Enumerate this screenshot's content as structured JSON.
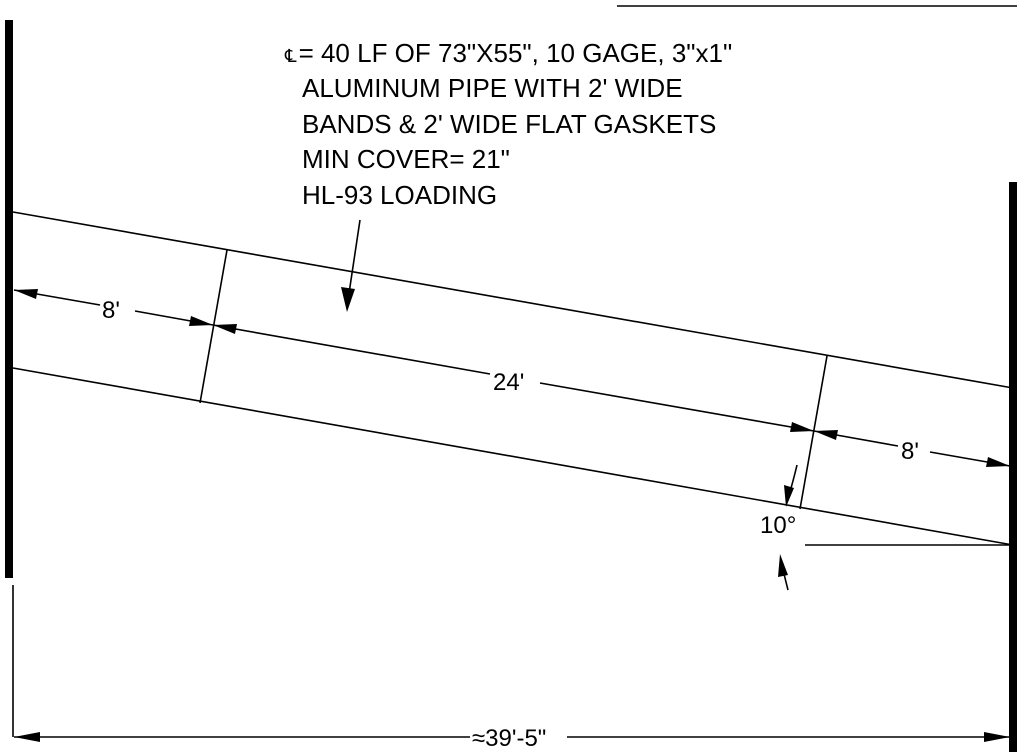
{
  "note": {
    "symbol": "℄",
    "line1": "= 40 LF OF 73\"X55\", 10 GAGE, 3\"x1\"",
    "line2": "ALUMINUM PIPE WITH 2' WIDE",
    "line3": "BANDS & 2' WIDE FLAT GASKETS",
    "line4": "MIN COVER= 21\"",
    "line5": "HL-93 LOADING"
  },
  "dimensions": {
    "left_section": "8'",
    "middle_section": "24'",
    "right_section": "8'",
    "overall_span": "≈39'-5\"",
    "skew_angle": "10°"
  }
}
